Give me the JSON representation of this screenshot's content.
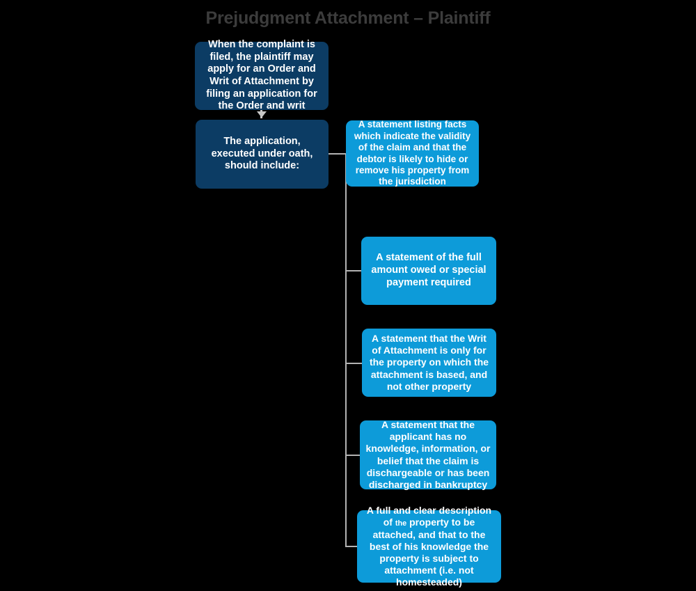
{
  "title": "Prejudgment Attachment – Plaintiff",
  "colors": {
    "background": "#000000",
    "title_text": "#3c3c3c",
    "navy_node": "#0c3c64",
    "blue_node": "#0d9bd9",
    "node_text": "#ffffff",
    "connector": "#b4b4b4",
    "arrow": "#c8c8c8"
  },
  "chart_data": {
    "type": "diagram",
    "subtype": "flowchart",
    "title": "Prejudgment Attachment – Plaintiff",
    "orientation": "top-down with right-branching list",
    "nodes": [
      {
        "id": "n1",
        "style": "navy",
        "text": "When the complaint is filed, the plaintiff may apply for an Order and Writ of Attachment by filing an application for the Order and writ"
      },
      {
        "id": "n2",
        "style": "navy",
        "text": "The application, executed under oath, should include:"
      },
      {
        "id": "b1",
        "style": "blue",
        "text": "A statement listing facts which indicate the validity of the claim and that the debtor is likely to hide or remove his property from the jurisdiction"
      },
      {
        "id": "b2",
        "style": "blue",
        "text": "A statement of the full amount owed or special payment required"
      },
      {
        "id": "b3",
        "style": "blue",
        "text": "A statement that the Writ of Attachment is only for the property on which the attachment is based, and not other property"
      },
      {
        "id": "b4",
        "style": "blue",
        "text": "A statement that the applicant has no knowledge, information, or belief that the claim is dischargeable or has been discharged in bankruptcy"
      },
      {
        "id": "b5",
        "style": "blue",
        "text_part1": "A full and clear description of",
        "text_small": "the",
        "text_part2": "property to be attached, and that to the best of his knowledge the property is subject to attachment (i.e. not homesteaded)",
        "text": "A full and clear description of the property to be attached, and that to the best of his knowledge the property is subject to attachment (i.e. not homesteaded)"
      }
    ],
    "edges": [
      {
        "from": "n1",
        "to": "n2",
        "type": "arrow-down"
      },
      {
        "from": "n2",
        "to": "b1",
        "type": "elbow-right"
      },
      {
        "from": "n2",
        "to": "b2",
        "type": "elbow-right"
      },
      {
        "from": "n2",
        "to": "b3",
        "type": "elbow-right"
      },
      {
        "from": "n2",
        "to": "b4",
        "type": "elbow-right"
      },
      {
        "from": "n2",
        "to": "b5",
        "type": "elbow-right"
      }
    ]
  }
}
